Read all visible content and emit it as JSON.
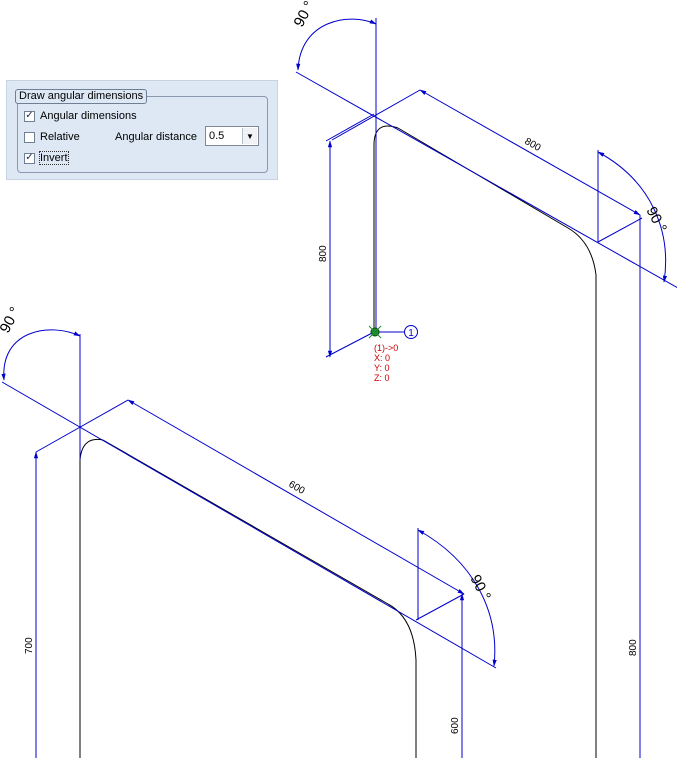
{
  "panel": {
    "title": "Draw angular dimensions",
    "angular_dimensions": {
      "label": "Angular dimensions",
      "checked": true
    },
    "relative": {
      "label": "Relative",
      "checked": false
    },
    "invert": {
      "label": "Invert",
      "checked": true
    },
    "angular_distance": {
      "label": "Angular distance",
      "value": "0.5"
    }
  },
  "drawing": {
    "dimensions": {
      "top_angle": "90 °",
      "top_right_angle": "90 °",
      "top_length": "800",
      "top_height": "800",
      "bottom_angle": "90 °",
      "bottom_right_angle": "90 °",
      "bottom_length": "600",
      "bottom_height": "700",
      "bottom_right_height": "600",
      "right_height": "800"
    },
    "marker": {
      "badge": "1",
      "line1": "(1)->0",
      "line2": "X: 0",
      "line3": "Y: 0",
      "line4": "Z: 0"
    }
  },
  "colors": {
    "dimension": "#0000cc",
    "geometry": "#000000",
    "marker_text": "#cc0000",
    "panel_bg": "#dde8f4"
  }
}
